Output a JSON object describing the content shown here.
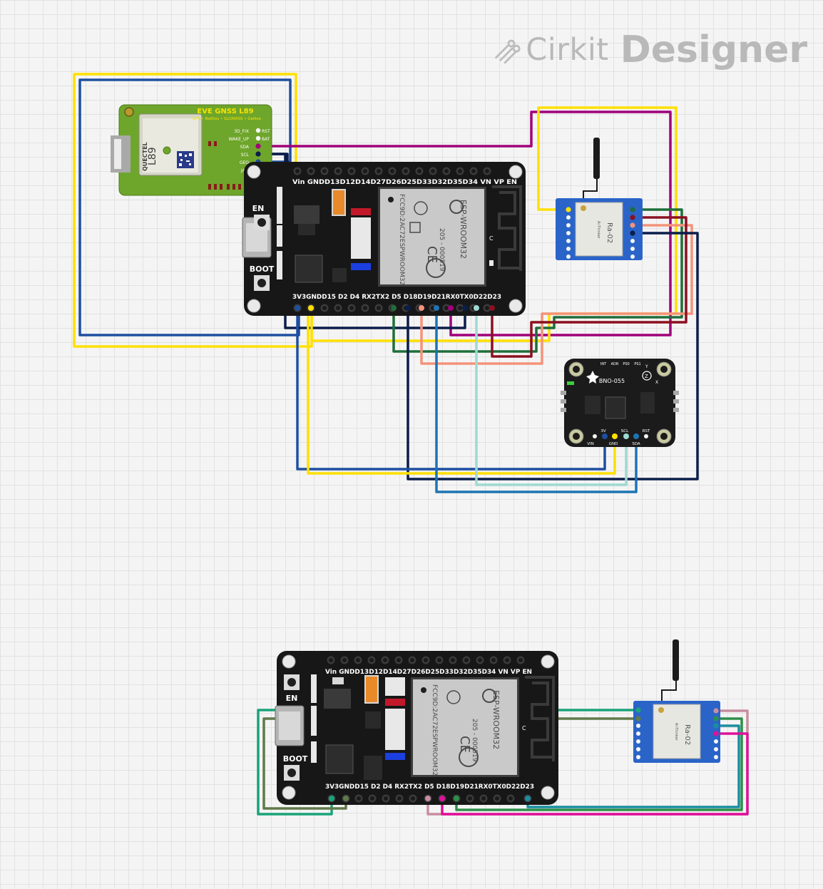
{
  "watermark": {
    "brand": "Cirkit",
    "product": "Designer"
  },
  "esp32": {
    "top_pins": "Vin GNDD13D12D14D27D26D25D33D32D35D34  VN  VP  EN",
    "bottom_pins": "3V3GNDD15 D2   D4  RX2TX2  D5  D18D19D21RX0TX0D22D23",
    "en_label": "EN",
    "boot_label": "BOOT",
    "module_name": "ESP-WROOM32",
    "module_fcc": "FCC9D:2AC72ESPWROOM32",
    "module_cert": "205 - 000519"
  },
  "gnss": {
    "title": "EVE GNSS L89",
    "subtitle": "GPS • BeiDou • GLONASS • Galileo",
    "chip": "L89",
    "brand": "QUECTEL",
    "pins_left": [
      "3D_FIX",
      "WAKE_UP",
      "SDA",
      "SCL",
      "GEO",
      "JAM"
    ],
    "pins_right": [
      "RST",
      "BAT"
    ]
  },
  "lora": {
    "name": "Ra-02",
    "maker": "Ai-Thinker"
  },
  "bno": {
    "name": "BNO-055",
    "top_pins": [
      "INT",
      "ADR",
      "PS0",
      "PS1"
    ],
    "bottom_pins_upper": [
      "3V",
      "SCL",
      "RST"
    ],
    "bottom_pins_lower": [
      "VIN",
      "GND",
      "SDA"
    ],
    "axis_y": "Y",
    "axis_x": "X",
    "axis_z": "Z"
  },
  "colors": {
    "yellow": "#ffe000",
    "blue": "#1e4fa0",
    "purple": "#a0007a",
    "navy": "#0b1d4a",
    "green": "#1f6e3a",
    "salmon": "#f4937a",
    "maroon": "#8b1020",
    "sky": "#1c74b4",
    "mint": "#9fd9d2",
    "teal": "#1aa37a",
    "pink": "#e0109a",
    "rose": "#c88ea0",
    "olive": "#607a4a"
  }
}
